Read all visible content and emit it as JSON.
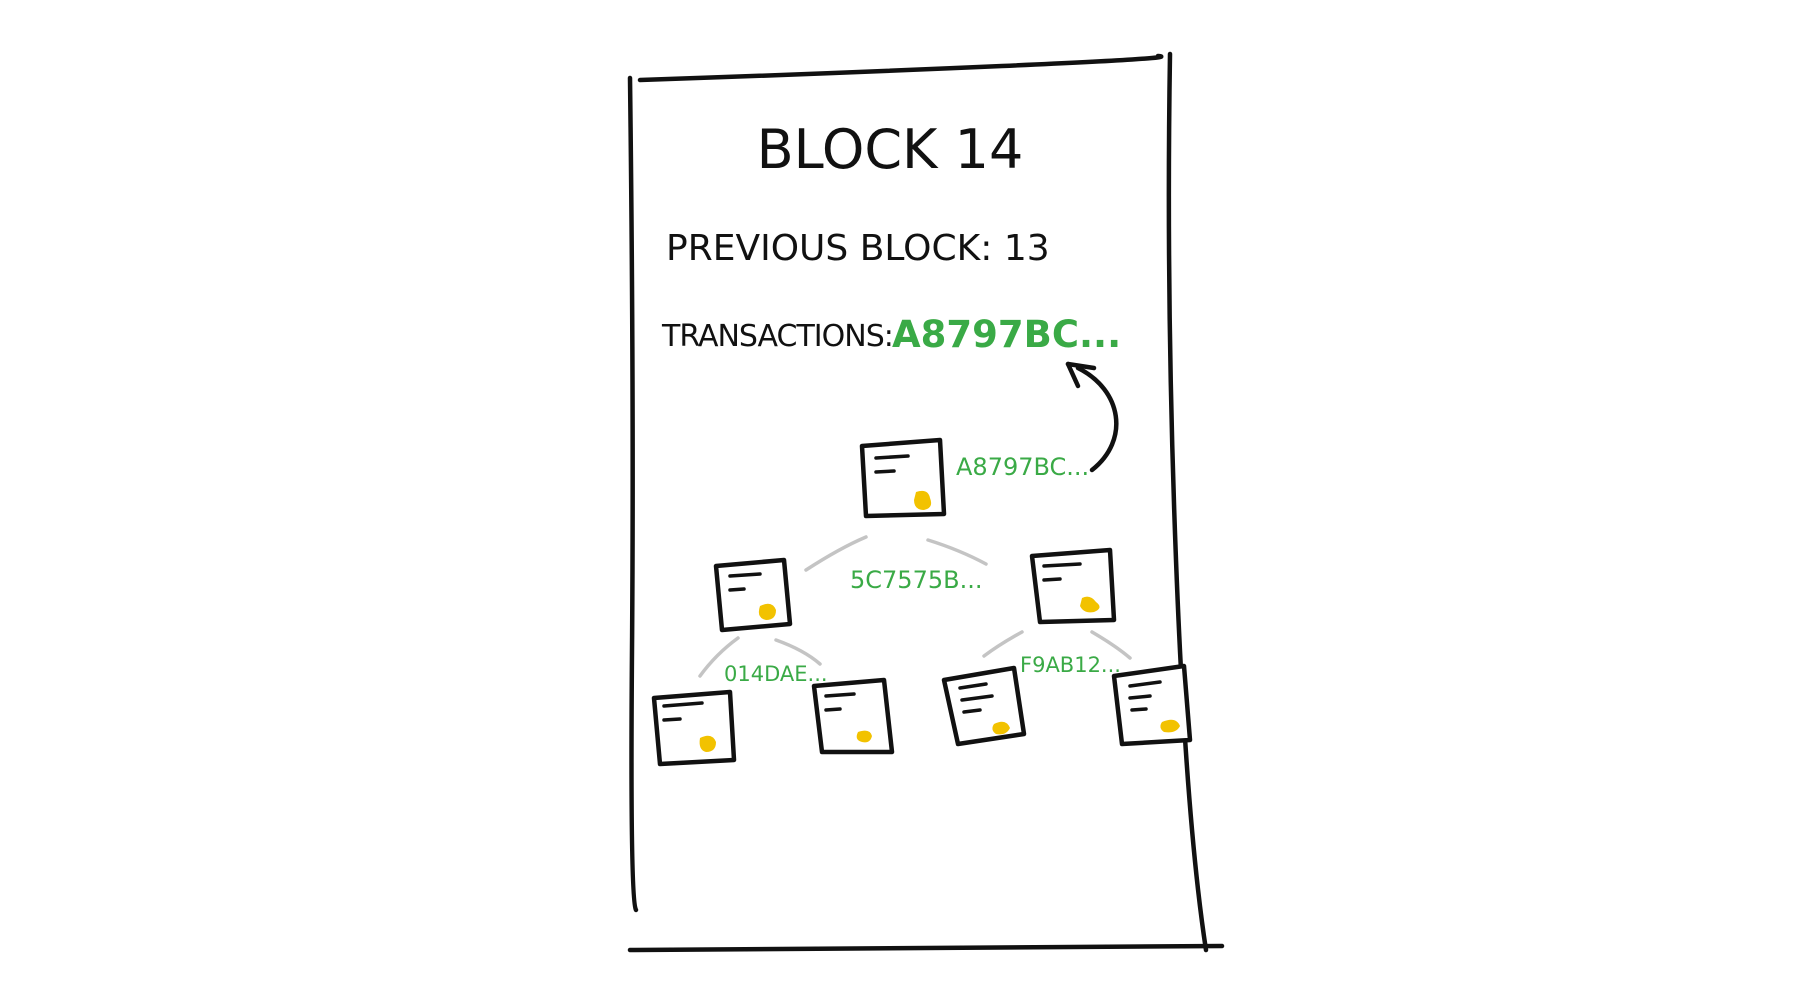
{
  "block": {
    "title": "BLOCK 14",
    "previous_label": "PREVIOUS BLOCK: 13",
    "transactions_label": "TRANSACTIONS:",
    "transactions_hash": "A8797BC..."
  },
  "merkle_tree": {
    "root_hash": "A8797BC...",
    "level1_hash": "5C7575B...",
    "left_pair_hash": "014DAE...",
    "right_pair_hash": "F9AB12..."
  },
  "colors": {
    "ink": "#111111",
    "hash_green": "#3aaa46",
    "seal_yellow": "#f2c200",
    "branch_gray": "#c4c4c4"
  }
}
